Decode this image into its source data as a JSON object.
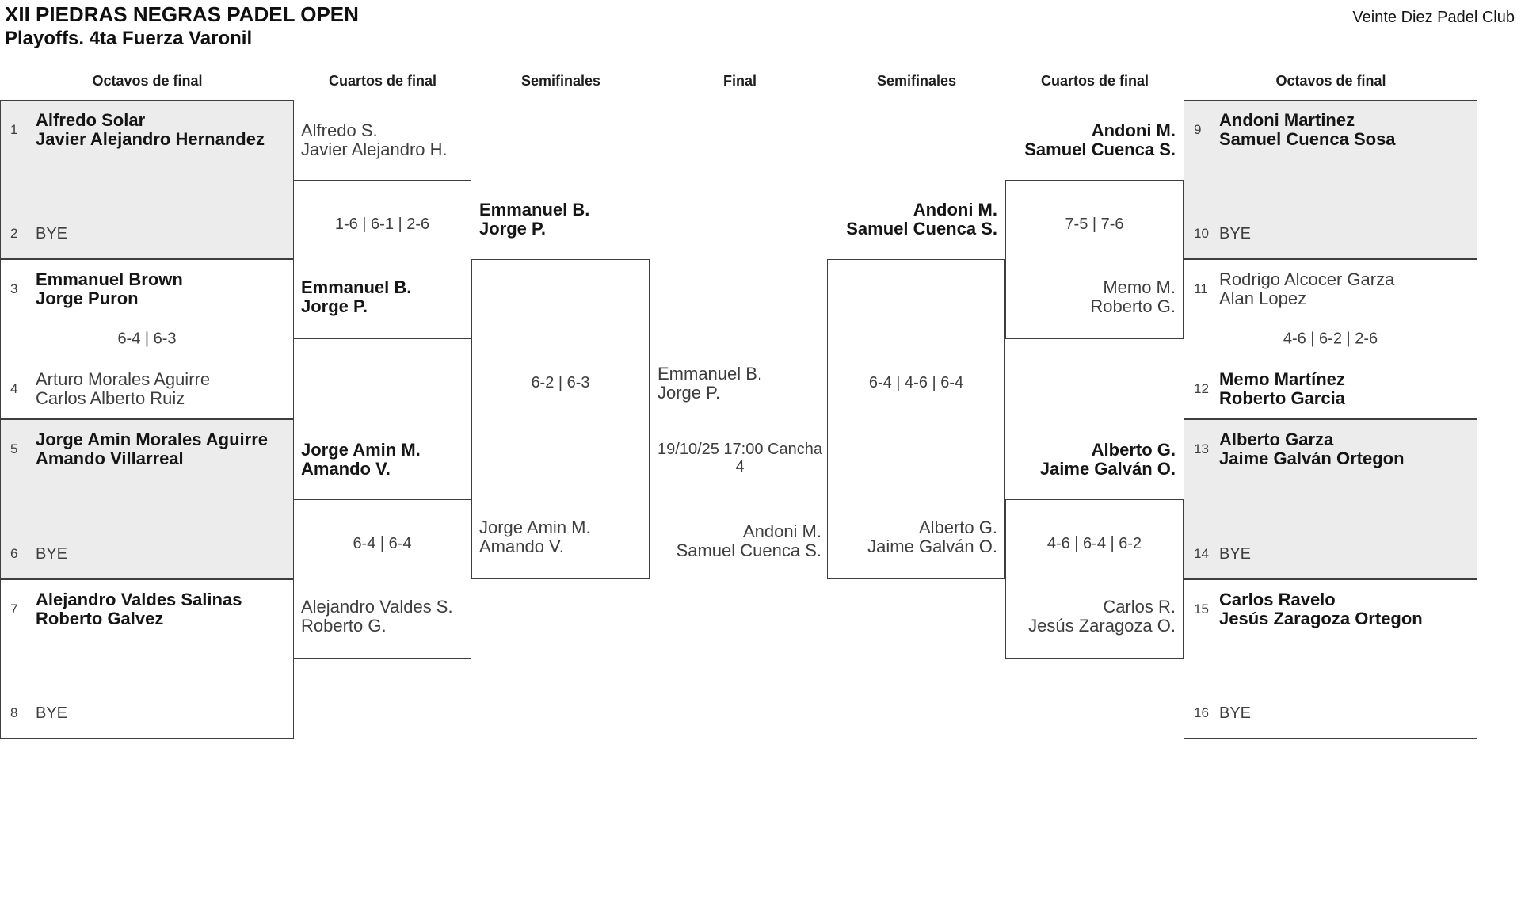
{
  "page": {
    "title": "XII PIEDRAS NEGRAS PADEL OPEN",
    "subtitle": "Playoffs. 4ta Fuerza Varonil",
    "club": "Veinte Diez Padel Club"
  },
  "rounds": [
    "Octavos de final",
    "Cuartos de final",
    "Semifinales",
    "Final",
    "Semifinales",
    "Cuartos de final",
    "Octavos de final"
  ],
  "r16": [
    {
      "seed1": "1",
      "team1": [
        "Alfredo Solar",
        "Javier Alejandro Hernandez"
      ],
      "team1_winner": true,
      "score": "",
      "seed2": "2",
      "team2": [
        "BYE"
      ],
      "team2_winner": false,
      "team2_bye": true
    },
    {
      "seed1": "3",
      "team1": [
        "Emmanuel Brown",
        "Jorge Puron"
      ],
      "team1_winner": true,
      "score": "6-4 | 6-3",
      "seed2": "4",
      "team2": [
        "Arturo Morales Aguirre",
        "Carlos Alberto Ruiz"
      ],
      "team2_winner": false,
      "team2_bye": false
    },
    {
      "seed1": "5",
      "team1": [
        "Jorge Amin Morales Aguirre",
        "Amando Villarreal"
      ],
      "team1_winner": true,
      "score": "",
      "seed2": "6",
      "team2": [
        "BYE"
      ],
      "team2_winner": false,
      "team2_bye": true
    },
    {
      "seed1": "7",
      "team1": [
        "Alejandro Valdes Salinas",
        "Roberto Galvez"
      ],
      "team1_winner": true,
      "score": "",
      "seed2": "8",
      "team2": [
        "BYE"
      ],
      "team2_winner": false,
      "team2_bye": true
    },
    {
      "seed1": "9",
      "team1": [
        "Andoni Martinez",
        "Samuel Cuenca Sosa"
      ],
      "team1_winner": true,
      "score": "",
      "seed2": "10",
      "team2": [
        "BYE"
      ],
      "team2_winner": false,
      "team2_bye": true
    },
    {
      "seed1": "11",
      "team1": [
        "Rodrigo Alcocer Garza",
        "Alan Lopez"
      ],
      "team1_winner": false,
      "score": "4-6 | 6-2 | 2-6",
      "seed2": "12",
      "team2": [
        "Memo Martínez",
        "Roberto Garcia"
      ],
      "team2_winner": true,
      "team2_bye": false
    },
    {
      "seed1": "13",
      "team1": [
        "Alberto Garza",
        "Jaime Galván Ortegon"
      ],
      "team1_winner": true,
      "score": "",
      "seed2": "14",
      "team2": [
        "BYE"
      ],
      "team2_winner": false,
      "team2_bye": true
    },
    {
      "seed1": "15",
      "team1": [
        "Carlos Ravelo",
        "Jesús Zaragoza Ortegon"
      ],
      "team1_winner": true,
      "score": "",
      "seed2": "16",
      "team2": [
        "BYE"
      ],
      "team2_winner": false,
      "team2_bye": true
    }
  ],
  "quarterfinals": [
    {
      "team1": [
        "Alfredo S.",
        "Javier Alejandro H."
      ],
      "team1_winner": false,
      "score": "1-6 | 6-1 | 2-6",
      "team2": [
        "Emmanuel B.",
        "Jorge P."
      ],
      "team2_winner": true
    },
    {
      "team1": [
        "Jorge Amin M.",
        "Amando V."
      ],
      "team1_winner": true,
      "score": "6-4 | 6-4",
      "team2": [
        "Alejandro Valdes S.",
        "Roberto G."
      ],
      "team2_winner": false
    },
    {
      "team1": [
        "Andoni M.",
        "Samuel Cuenca S."
      ],
      "team1_winner": true,
      "score": "7-5 | 7-6",
      "team2": [
        "Memo M.",
        "Roberto G."
      ],
      "team2_winner": false
    },
    {
      "team1": [
        "Alberto G.",
        "Jaime Galván O."
      ],
      "team1_winner": true,
      "score": "4-6 | 6-4 | 6-2",
      "team2": [
        "Carlos R.",
        "Jesús Zaragoza O."
      ],
      "team2_winner": false
    }
  ],
  "semifinals": [
    {
      "team1": [
        "Emmanuel B.",
        "Jorge P."
      ],
      "team1_winner": true,
      "score": "6-2 | 6-3",
      "team2": [
        "Jorge Amin M.",
        "Amando V."
      ],
      "team2_winner": false
    },
    {
      "team1": [
        "Andoni M.",
        "Samuel Cuenca S."
      ],
      "team1_winner": true,
      "score": "6-4 | 4-6 | 6-4",
      "team2": [
        "Alberto G.",
        "Jaime Galván O."
      ],
      "team2_winner": false
    }
  ],
  "final": {
    "team1": [
      "Emmanuel B.",
      "Jorge P."
    ],
    "schedule": "19/10/25 17:00 Cancha 4",
    "team2": [
      "Andoni M.",
      "Samuel Cuenca S."
    ]
  }
}
